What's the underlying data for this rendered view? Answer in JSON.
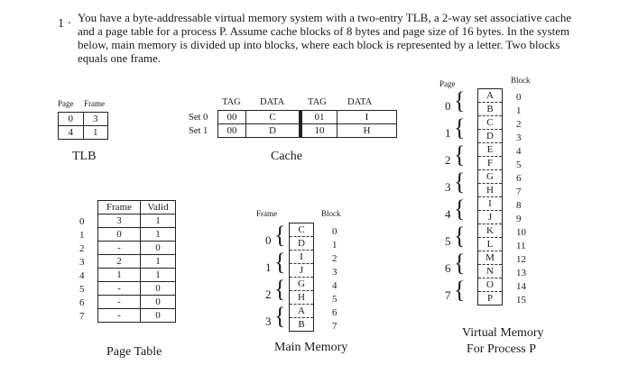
{
  "question": {
    "number": "1 ·",
    "text": "You have a byte-addressable virtual memory system with a two-entry TLB, a 2-way set associative cache and a page table for a process P. Assume cache blocks of 8 bytes and page size of 16 bytes. In the system below, main memory is divided up into blocks, where each block is represented by a letter. Two blocks equals one frame."
  },
  "tlb": {
    "caption": "TLB",
    "headers": [
      "Page",
      "Frame"
    ],
    "rows": [
      [
        "0",
        "3"
      ],
      [
        "4",
        "1"
      ]
    ]
  },
  "cache": {
    "caption": "Cache",
    "headers": [
      "TAG",
      "DATA",
      "TAG",
      "DATA"
    ],
    "sets": [
      {
        "label": "Set 0",
        "cells": [
          "00",
          "C",
          "01",
          "I"
        ]
      },
      {
        "label": "Set 1",
        "cells": [
          "00",
          "D",
          "10",
          "H"
        ]
      }
    ]
  },
  "page_table": {
    "caption": "Page Table",
    "headers": [
      "Frame",
      "Valid"
    ],
    "index": [
      "0",
      "1",
      "2",
      "3",
      "4",
      "5",
      "6",
      "7"
    ],
    "rows": [
      [
        "3",
        "1"
      ],
      [
        "0",
        "1"
      ],
      [
        "-",
        "0"
      ],
      [
        "2",
        "1"
      ],
      [
        "1",
        "1"
      ],
      [
        "-",
        "0"
      ],
      [
        "-",
        "0"
      ],
      [
        "-",
        "0"
      ]
    ]
  },
  "main_memory": {
    "caption": "Main Memory",
    "header_left": "Frame",
    "header_right": "Block",
    "frames": [
      "0",
      "1",
      "2",
      "3"
    ],
    "blocks": [
      "C",
      "D",
      "I",
      "J",
      "G",
      "H",
      "A",
      "B"
    ],
    "block_numbers": [
      "0",
      "1",
      "2",
      "3",
      "4",
      "5",
      "6",
      "7"
    ]
  },
  "virtual_memory": {
    "caption_line1": "Virtual Memory",
    "caption_line2": "For Process P",
    "header_left": "Page",
    "header_right": "Block",
    "pages": [
      "0",
      "1",
      "2",
      "3",
      "4",
      "5",
      "6",
      "7"
    ],
    "blocks": [
      "A",
      "B",
      "C",
      "D",
      "E",
      "F",
      "G",
      "H",
      "I",
      "J",
      "K",
      "L",
      "M",
      "N",
      "O",
      "P"
    ],
    "block_numbers": [
      "0",
      "1",
      "2",
      "3",
      "4",
      "5",
      "6",
      "7",
      "8",
      "9",
      "10",
      "11",
      "12",
      "13",
      "14",
      "15"
    ]
  }
}
